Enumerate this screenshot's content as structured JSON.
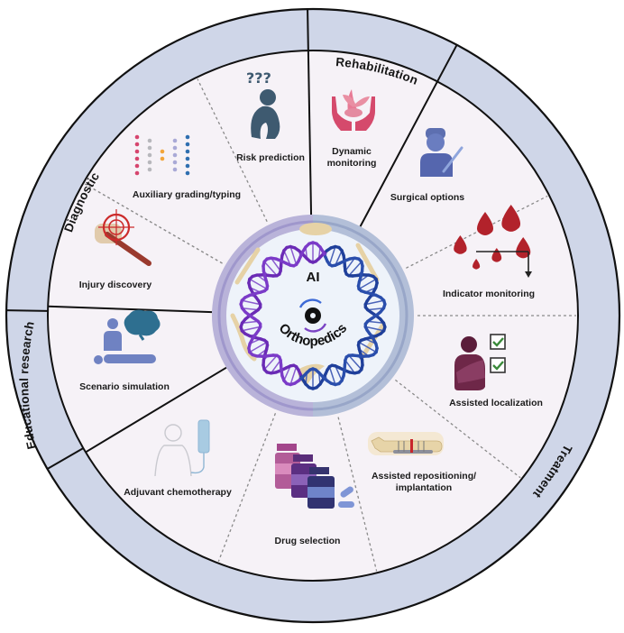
{
  "diagram": {
    "hub": {
      "title_top": "AI",
      "title_bottom": "Orthopedics",
      "icons": [
        "dna-helix-icon",
        "cycle-arrows-icon",
        "foot-bone-icon",
        "femur-bone-icon",
        "humerus-bone-icon",
        "spine-icon",
        "forearm-bones-icon",
        "pelvis-icon"
      ]
    },
    "categories": [
      {
        "id": "diagnostic",
        "label": "Diagnostic"
      },
      {
        "id": "rehabilitation",
        "label": "Rehabilitation"
      },
      {
        "id": "treatment",
        "label": "Treatment"
      },
      {
        "id": "educational-research",
        "label": "Educational research"
      }
    ],
    "items": [
      {
        "id": "risk-prediction",
        "category": "diagnostic",
        "label": "Risk prediction",
        "icon": "worried-person-icon"
      },
      {
        "id": "auxiliary-grading",
        "category": "diagnostic",
        "label": "Auxiliary grading/typing",
        "icon": "neural-network-icon"
      },
      {
        "id": "injury-discovery",
        "category": "diagnostic",
        "label": "Injury discovery",
        "icon": "bone-target-icon"
      },
      {
        "id": "dynamic-monitoring",
        "category": "rehabilitation",
        "label_lines": [
          "Dynamic",
          "monitoring"
        ],
        "icon": "hands-plant-icon"
      },
      {
        "id": "surgical-options",
        "category": "treatment",
        "label": "Surgical options",
        "icon": "surgeon-scalpel-icon"
      },
      {
        "id": "indicator-monitoring",
        "category": "treatment",
        "label": "Indicator monitoring",
        "icon": "blood-drops-icon"
      },
      {
        "id": "assisted-localization",
        "category": "treatment",
        "label": "Assisted localization",
        "icon": "arm-sling-checklist-icon"
      },
      {
        "id": "assisted-repositioning",
        "category": "treatment",
        "label_lines": [
          "Assisted repositioning/",
          "implantation"
        ],
        "icon": "bone-plate-icon"
      },
      {
        "id": "drug-selection",
        "category": "treatment",
        "label": "Drug selection",
        "icon": "medicine-bottles-icon"
      },
      {
        "id": "adjuvant-chemotherapy",
        "category": "treatment",
        "label": "Adjuvant chemotherapy",
        "icon": "iv-drip-patient-icon"
      },
      {
        "id": "scenario-simulation",
        "category": "educational-research",
        "label": "Scenario simulation",
        "icon": "cpr-brain-icon"
      }
    ],
    "colors": {
      "ring_band": "#cfd6e8",
      "sector_fill": "#f6f2f7",
      "hub_ring_left": "#b9b3d9",
      "hub_ring_right": "#b3bfd8",
      "hub_inner": "#eef3fa",
      "dna_purple": "#6a2bb5",
      "dna_blue": "#1f3f9a",
      "bone": "#e6d2a6",
      "outline": "#111111",
      "divider_dotted": "#888888"
    }
  }
}
